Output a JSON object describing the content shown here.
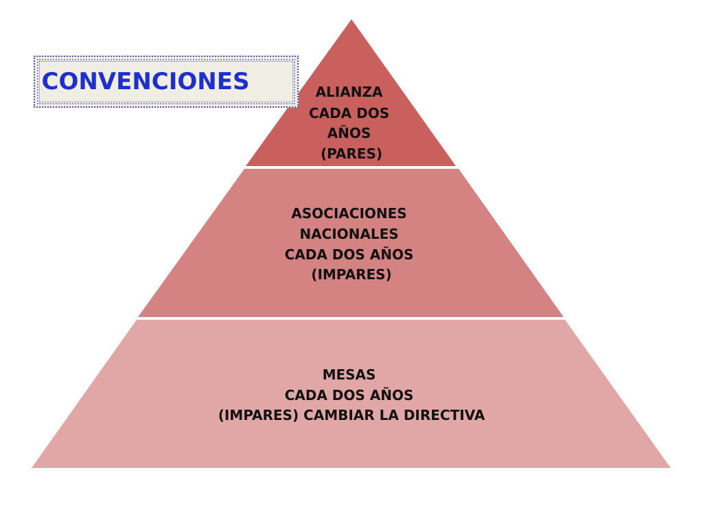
{
  "title": "CONVENCIONES",
  "colors": {
    "top": "#c9605e",
    "middle": "#d48282",
    "bottom": "#e0a7a6",
    "title_text": "#1f2fcc",
    "title_bg": "#efede4"
  },
  "layers": [
    {
      "id": "top",
      "lines": [
        "ALIANZA",
        "CADA DOS",
        "AÑOS",
        "(PARES)"
      ]
    },
    {
      "id": "middle",
      "lines": [
        "ASOCIACIONES",
        "NACIONALES",
        "CADA DOS AÑOS",
        "(IMPARES)"
      ]
    },
    {
      "id": "bottom",
      "lines": [
        "MESAS",
        "CADA DOS AÑOS",
        "(IMPARES) CAMBIAR  LA DIRECTIVA"
      ]
    }
  ]
}
